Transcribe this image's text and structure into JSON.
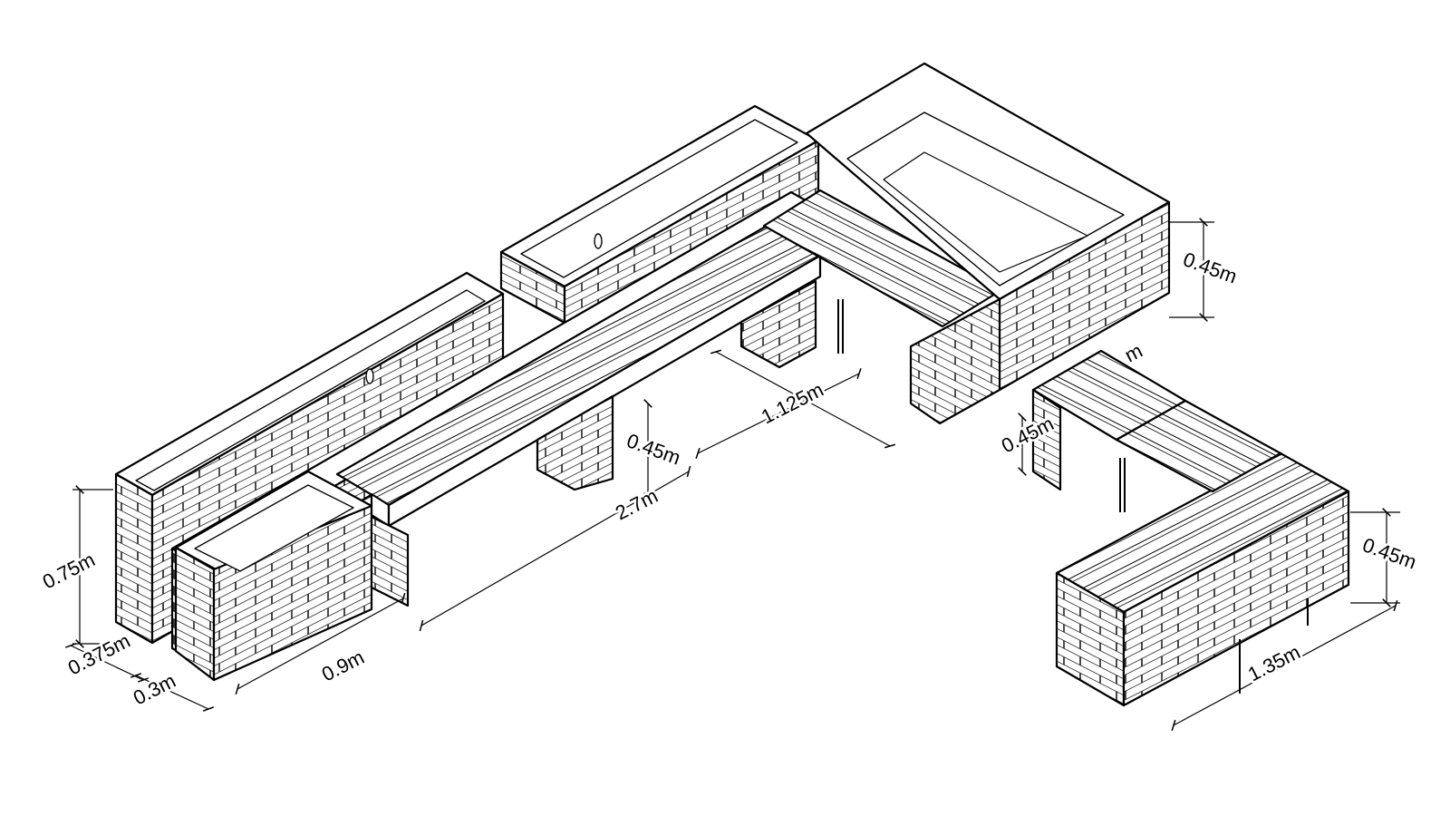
{
  "diagram": {
    "colors": {
      "line": "#000000",
      "face": "#ffffff",
      "background": "#ffffff"
    },
    "dimensions": {
      "planter_height": "0.75m",
      "planter_depth": "0.375m",
      "planter_inner_width": "0.3m",
      "planter_length": "0.9m",
      "bench_length": "2.7m",
      "bench_height": "0.45m",
      "bench_depth": "1.125m",
      "corner_bench_height": "0.45m",
      "right_bench_height": "0.45m",
      "right_bench_length": "1.35m",
      "partial_height": "0.45m",
      "partial_width": "m"
    }
  }
}
